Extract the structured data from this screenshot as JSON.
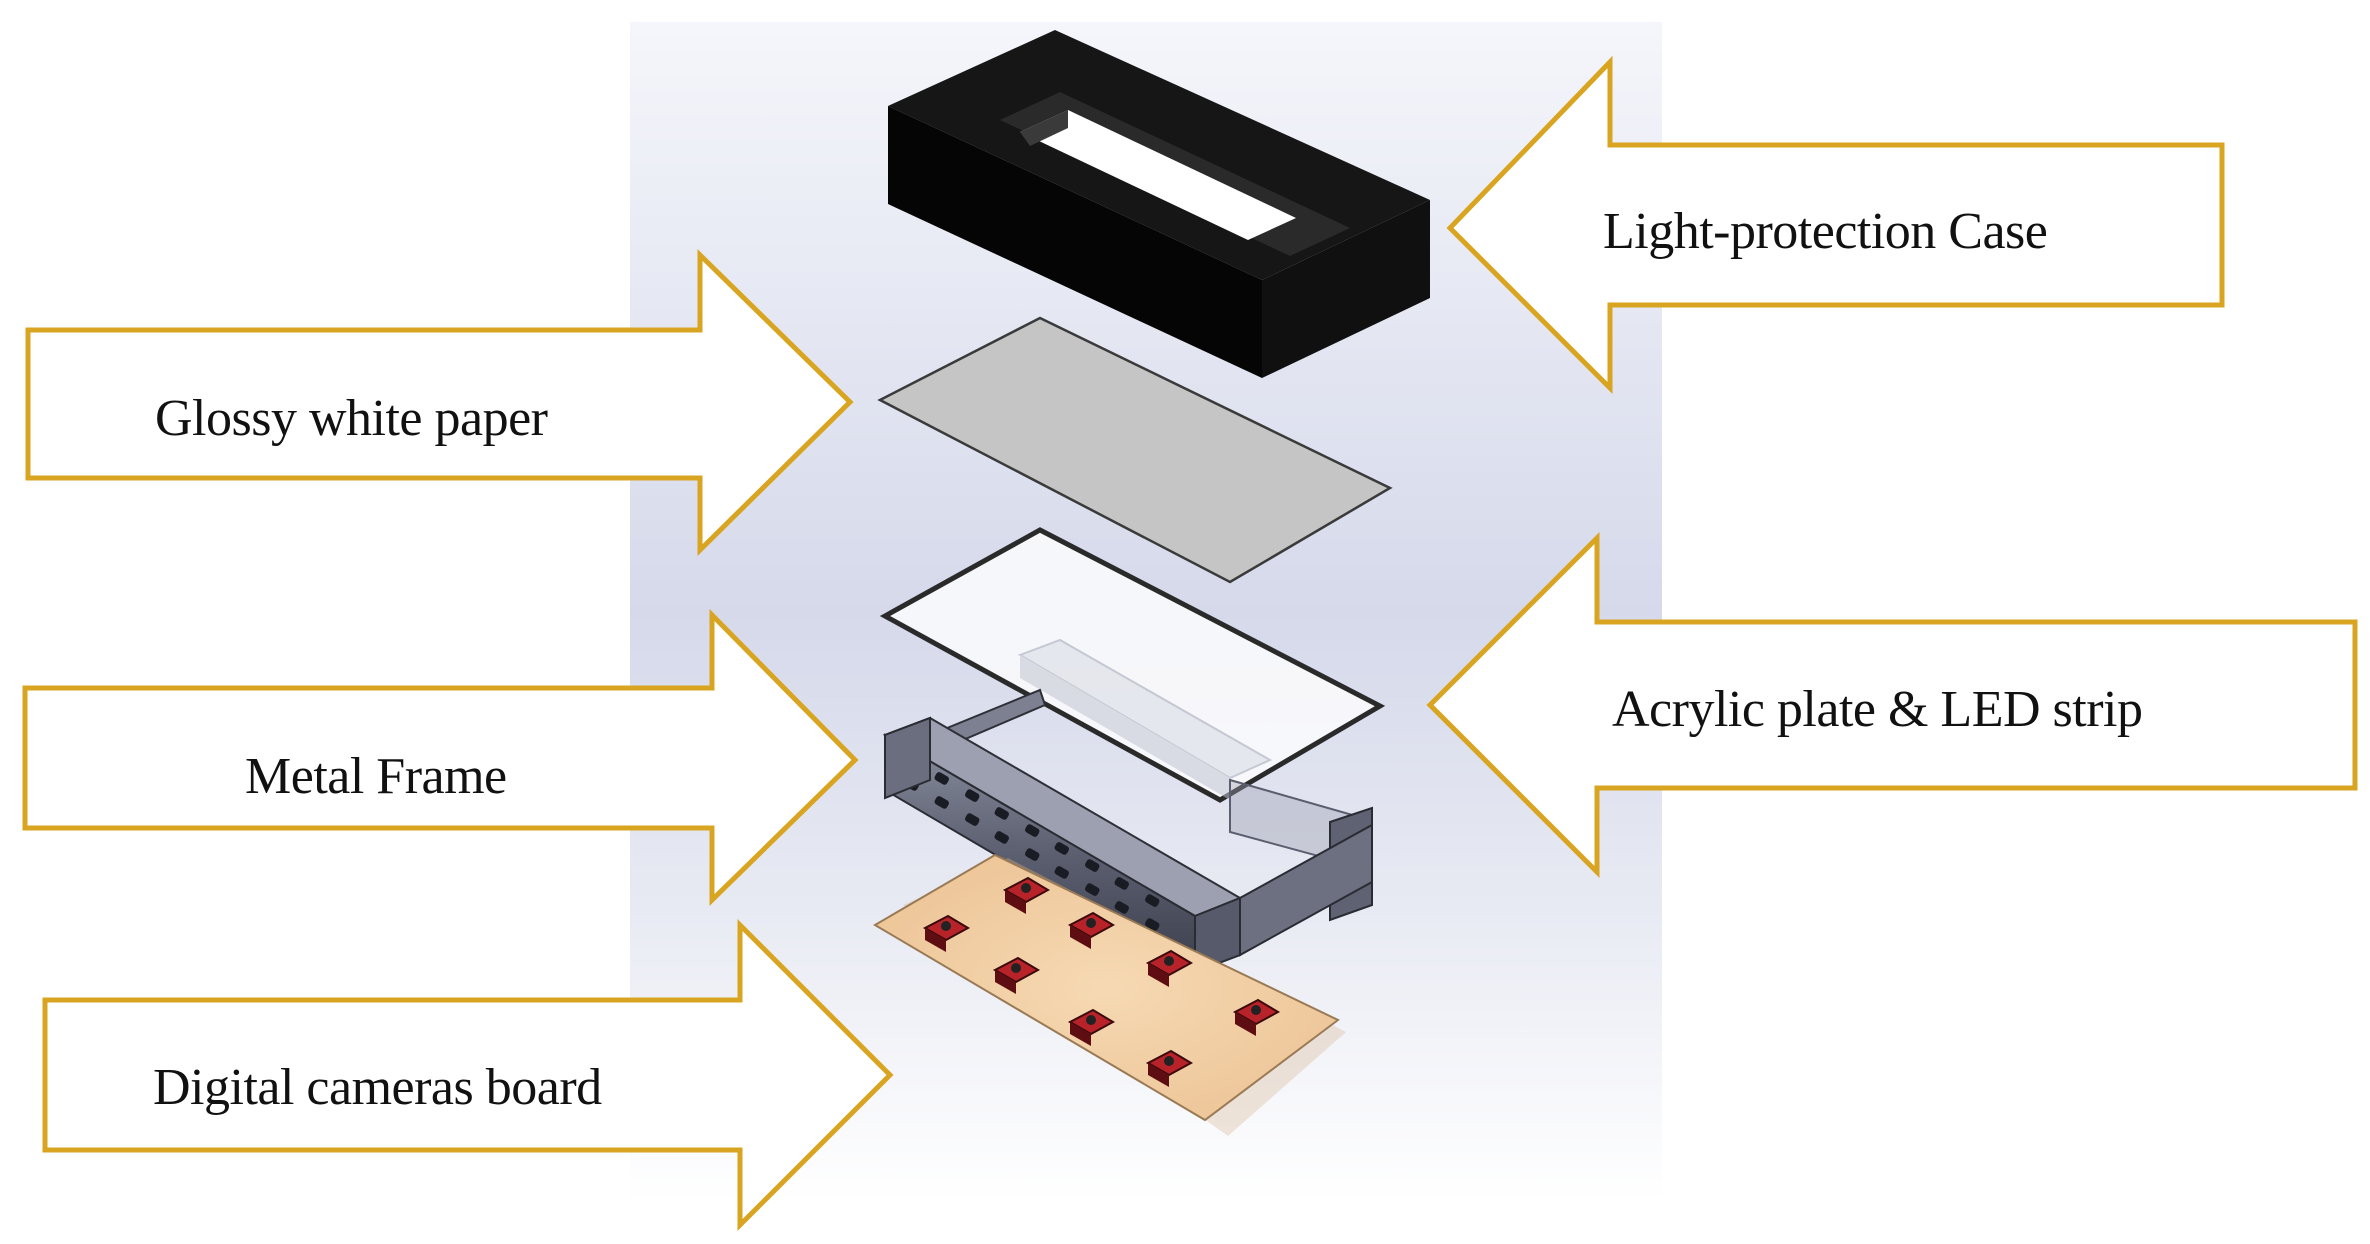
{
  "colors": {
    "arrow_stroke": "#D9A521",
    "arrow_fill": "#FFFFFF",
    "backdrop_top": "#EEF0F8",
    "backdrop_mid": "#D6DAEA",
    "case": "#0E0E0E",
    "paper": "#C4C4C4",
    "frame_metal": "#5E6272",
    "camera_board": "#F1CFA4",
    "camera_body": "#8E1A1E"
  },
  "callouts": {
    "light_protection_case": "Light-protection Case",
    "glossy_white_paper": "Glossy white paper",
    "acrylic_plate_led_strip": "Acrylic plate & LED strip",
    "metal_frame": "Metal Frame",
    "digital_cameras_board": "Digital cameras board"
  }
}
